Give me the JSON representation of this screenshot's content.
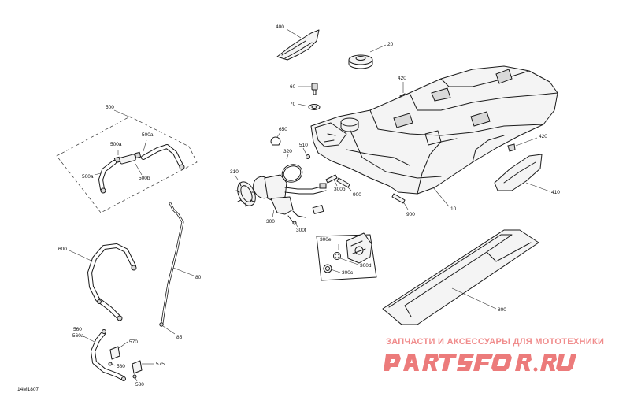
{
  "diagram_code": "14M1807",
  "callouts": {
    "c400": "400",
    "c20": "20",
    "c420a": "420",
    "c60": "60",
    "c70": "70",
    "c500": "500",
    "c650": "650",
    "c510": "510",
    "c320": "320",
    "c500a1": "500a",
    "c500a2": "500a",
    "c500a3": "500a",
    "c500b": "500b",
    "c420b": "420",
    "c310": "310",
    "c300b": "300b",
    "c900a": "900",
    "c410": "410",
    "c10": "10",
    "c900b": "900",
    "c300": "300",
    "c300f": "300f",
    "c80": "80",
    "c600": "600",
    "c300e": "300e",
    "c300d": "300d",
    "c300c": "300c",
    "c800": "800",
    "c85": "85",
    "c560": "560",
    "c560a": "560a",
    "c570": "570",
    "c580a": "580",
    "c575": "575",
    "c580b": "580"
  },
  "watermark": {
    "text": "ЗАПЧАСТИ И АКСЕССУАРЫ ДЛЯ МОТОТЕХНИКИ",
    "logo": "PARTSFOR.RU",
    "color": "#ec7b7b"
  }
}
